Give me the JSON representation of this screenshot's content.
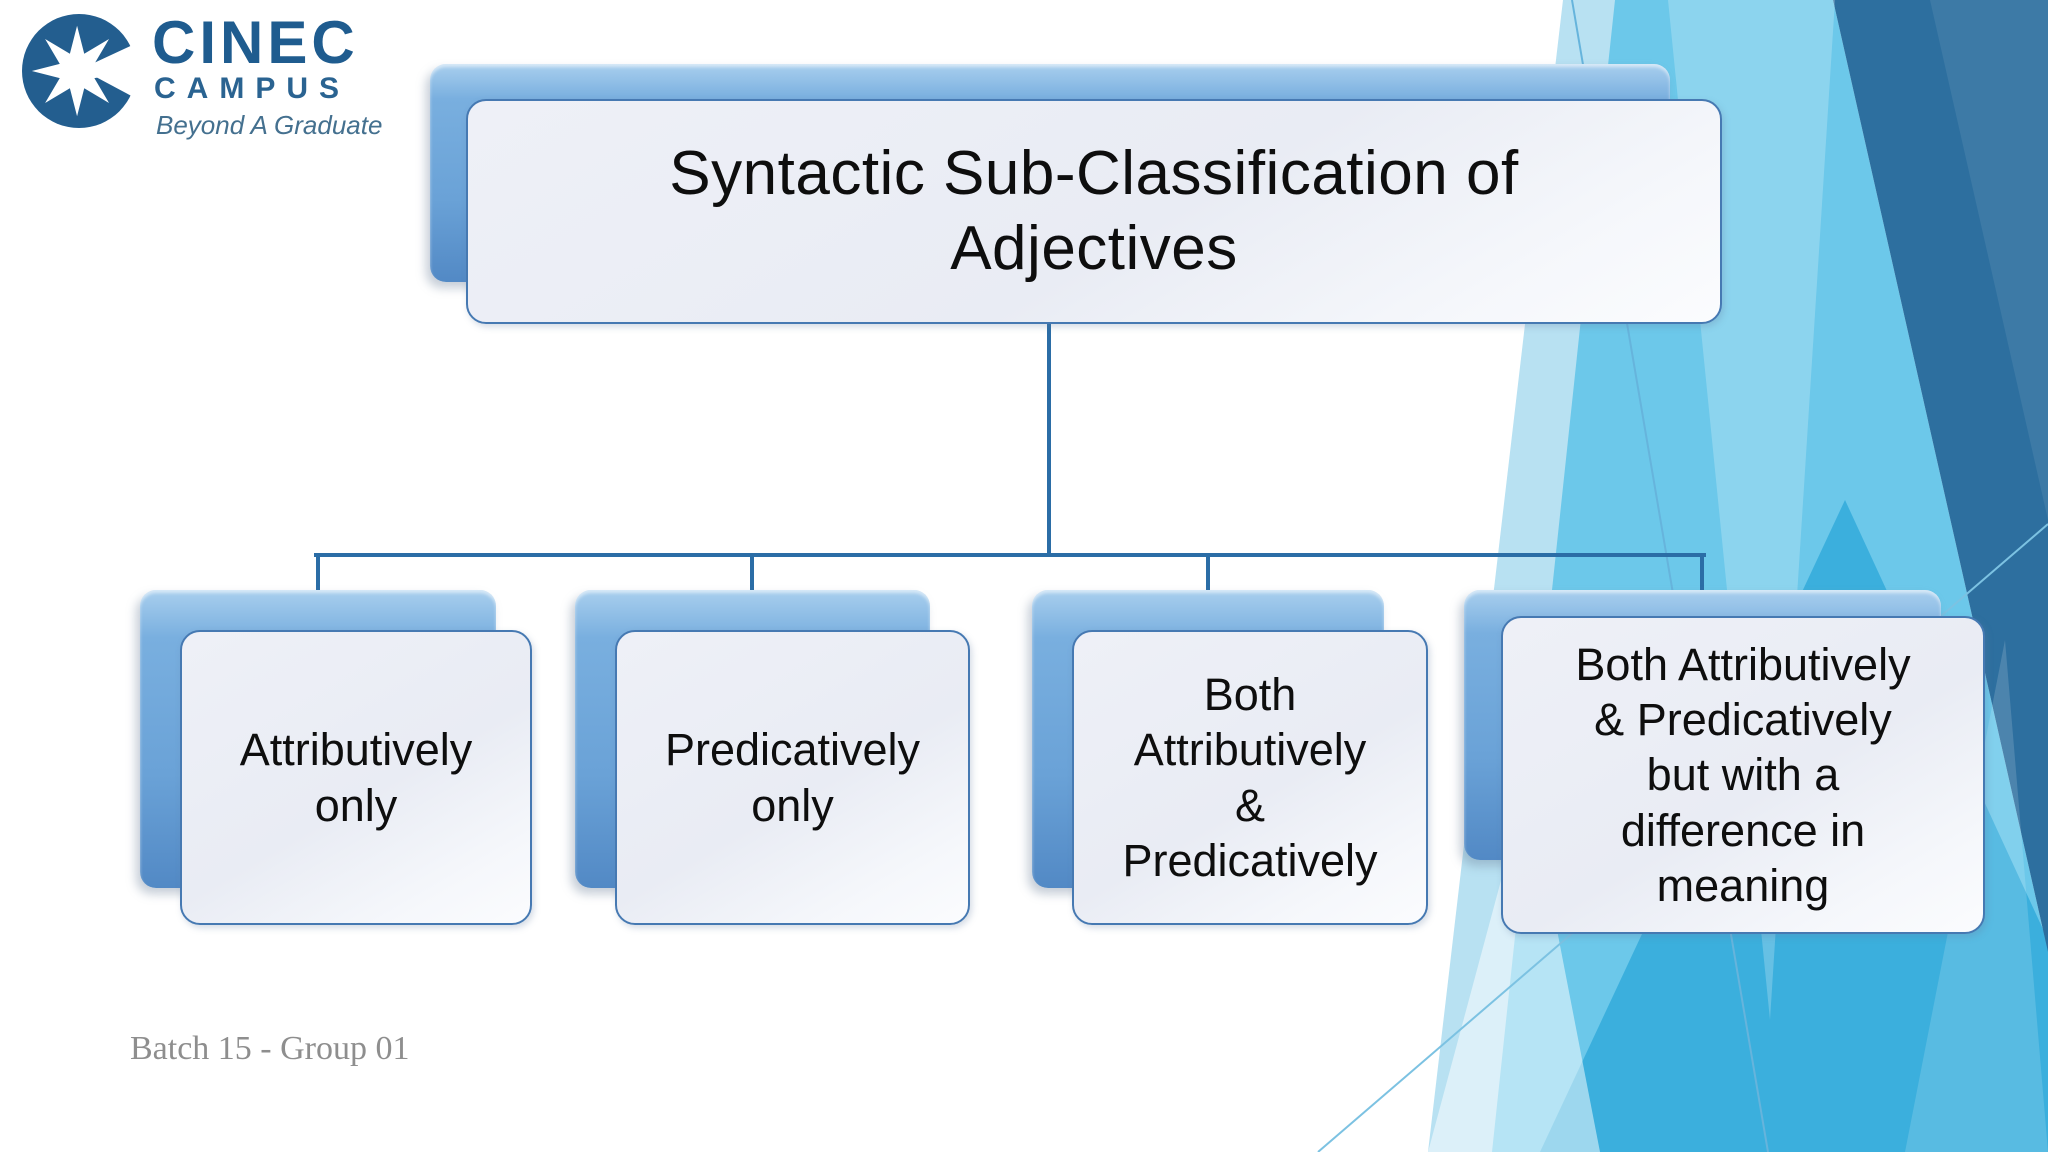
{
  "slide": {
    "logo": {
      "brand": "CINEC",
      "sub": "CAMPUS",
      "tagline": "Beyond A Graduate"
    },
    "title": "Syntactic Sub-Classification of\nAdjectives",
    "boxes": [
      {
        "label": "Attributively\nonly"
      },
      {
        "label": "Predicatively\nonly"
      },
      {
        "label": "Both\nAttributively\n&\nPredicatively"
      },
      {
        "label": "Both Attributively\n& Predicatively\nbut with a\ndifference in\nmeaning"
      }
    ],
    "credit": "Batch 15 - Group 01",
    "colors": {
      "connector": "#2b6da6",
      "back_box_blue": "#6aa2d7",
      "front_box_border": "#4679b2",
      "front_box_fill": "#edeff6",
      "logo_blue": "#225d8f",
      "band_light": "#b8e1f2",
      "band_mid": "#6cc8ea",
      "band_bright": "#31a9db",
      "band_dark": "#2d6f9f",
      "credit_gray": "#8e8e8e",
      "text_black": "#0e0e0e"
    }
  }
}
